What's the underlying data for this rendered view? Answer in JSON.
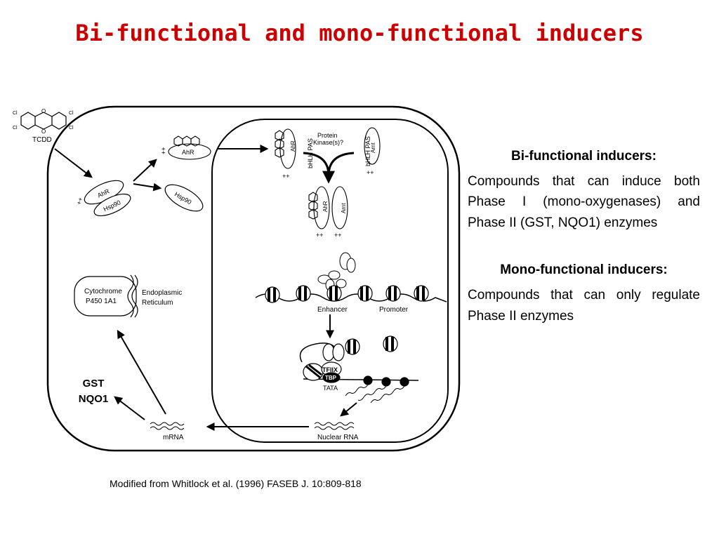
{
  "title": "Bi-functional and mono-functional inducers",
  "diagram": {
    "tcdd_label": "TCDD",
    "cl_label": "Cl",
    "o_label": "O",
    "ahr": "AhR",
    "hsp90": "Hsp90",
    "arnt": "Arnt",
    "bhlh_pas": "bHLH PAS",
    "protein_kinase_line1": "Protein",
    "protein_kinase_line2": "Kinase(s)?",
    "plus": "++",
    "enhancer": "Enhancer",
    "promoter": "Promoter",
    "tfiid": "TFIIX",
    "tbp": "TBP",
    "tata": "TATA",
    "nuclear_rna": "Nuclear RNA",
    "mrna": "mRNA",
    "cytochrome_line1": "Cytochrome",
    "cytochrome_line2": "P450 1A1",
    "er_line1": "Endoplasmic",
    "er_line2": "Reticulum",
    "gst": "GST",
    "nqo1": "NQO1"
  },
  "right_panel": {
    "bi_heading": "Bi-functional inducers:",
    "bi_text": "Compounds that can induce both Phase I (mono-oxygenases) and Phase II (GST, NQO1) enzymes",
    "mono_heading": "Mono-functional inducers:",
    "mono_text": "Compounds that can only regulate Phase II enzymes"
  },
  "caption": "Modified from Whitlock et al. (1996) FASEB J. 10:809-818",
  "colors": {
    "title": "#cc0000",
    "ink": "#000000"
  }
}
